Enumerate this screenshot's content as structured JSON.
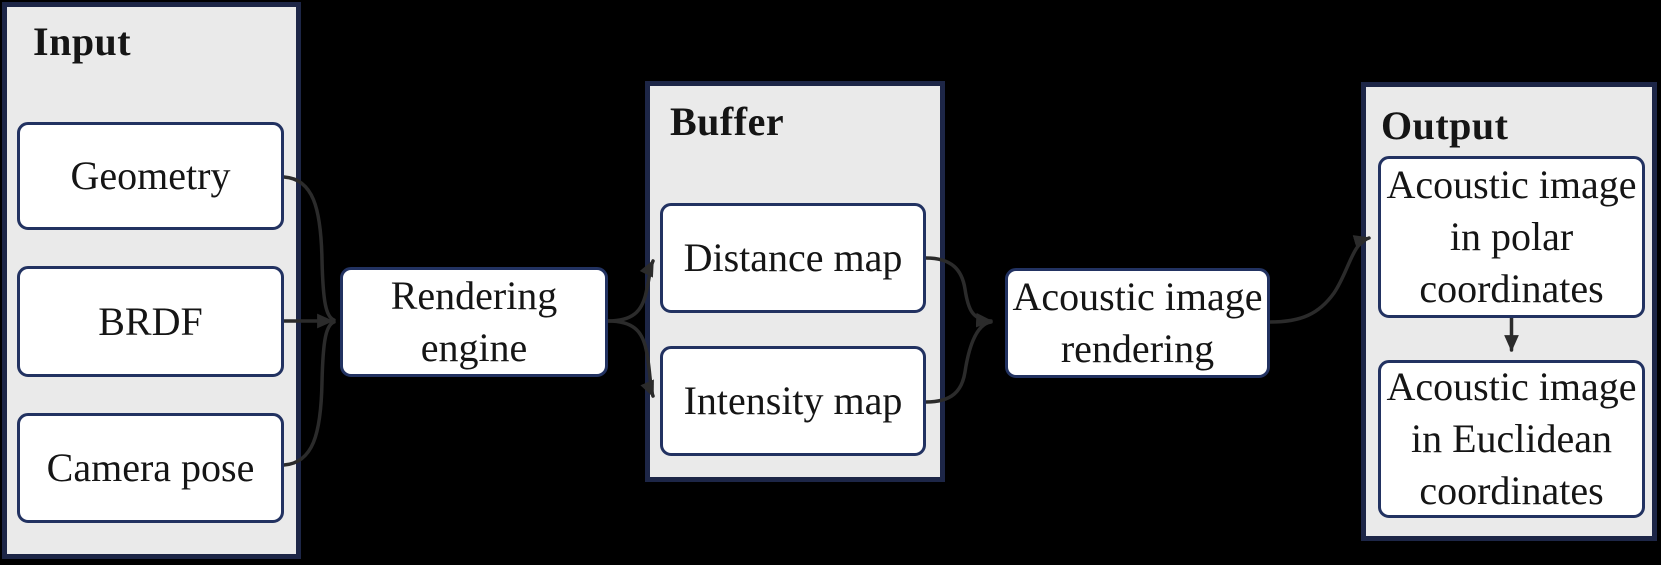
{
  "colors": {
    "background": "#000000",
    "panel_fill": "#eaeaea",
    "panel_border": "#1d2647",
    "box_fill": "#ffffff",
    "box_border": "#223261",
    "arrow": "#2b2b2b",
    "text": "#151515"
  },
  "panels": {
    "input": {
      "title": "Input"
    },
    "buffer": {
      "title": "Buffer"
    },
    "output": {
      "title": "Output"
    }
  },
  "nodes": {
    "geometry": {
      "label": "Geometry"
    },
    "brdf": {
      "label": "BRDF"
    },
    "camera_pose": {
      "label": "Camera pose"
    },
    "rendering_engine": {
      "label": "Rendering engine"
    },
    "distance_map": {
      "label": "Distance map"
    },
    "intensity_map": {
      "label": "Intensity map"
    },
    "acoustic_image_rendering": {
      "label": "Acoustic image rendering"
    },
    "acoustic_image_polar": {
      "label": "Acoustic image in polar coordinates"
    },
    "acoustic_image_euclidean": {
      "label": "Acoustic image in Euclidean coordinates"
    }
  },
  "edges": [
    {
      "from": "geometry",
      "to": "rendering_engine"
    },
    {
      "from": "brdf",
      "to": "rendering_engine"
    },
    {
      "from": "camera_pose",
      "to": "rendering_engine"
    },
    {
      "from": "rendering_engine",
      "to": "distance_map"
    },
    {
      "from": "rendering_engine",
      "to": "intensity_map"
    },
    {
      "from": "distance_map",
      "to": "acoustic_image_rendering"
    },
    {
      "from": "intensity_map",
      "to": "acoustic_image_rendering"
    },
    {
      "from": "acoustic_image_rendering",
      "to": "acoustic_image_polar"
    },
    {
      "from": "acoustic_image_polar",
      "to": "acoustic_image_euclidean"
    }
  ]
}
